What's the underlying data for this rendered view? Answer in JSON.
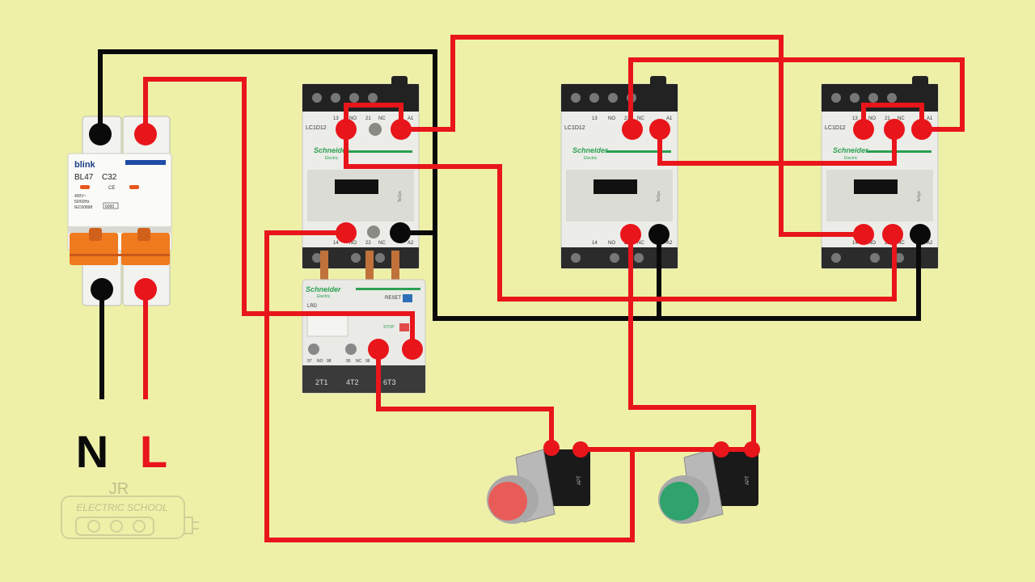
{
  "colors": {
    "background": "#eef0a8",
    "wire_red": "#e8151b",
    "wire_black": "#0a0a0a",
    "schneider_green": "#2aa152",
    "breaker_orange": "#f07a1e",
    "stop_button": "#e85c57",
    "start_button": "#2fa36b"
  },
  "breaker": {
    "brand": "blink",
    "model": "BL47",
    "rating": "C32",
    "spec_lines": [
      "400V~",
      "50/60Hz",
      "IEC60898"
    ],
    "capacity": "6000",
    "cert": "CE"
  },
  "contactors": [
    {
      "brand": "Schneider",
      "sub": "Electric",
      "model": "LC1D12",
      "top_terminals": [
        "13",
        "NO",
        "21",
        "NC",
        "A1"
      ],
      "bottom_terminals": [
        "14",
        "NO",
        "22",
        "NC",
        "A2"
      ],
      "side": "TeSys"
    },
    {
      "brand": "Schneider",
      "sub": "Electric",
      "model": "LC1D12",
      "top_terminals": [
        "13",
        "NO",
        "21",
        "NC",
        "A1"
      ],
      "bottom_terminals": [
        "14",
        "NO",
        "22",
        "NC",
        "A2"
      ],
      "side": "TeSys"
    },
    {
      "brand": "Schneider",
      "sub": "Electric",
      "model": "LC1D12",
      "top_terminals": [
        "13",
        "NO",
        "21",
        "NC",
        "A1"
      ],
      "bottom_terminals": [
        "14",
        "NO",
        "22",
        "NC",
        "A2"
      ],
      "side": "TeSys"
    }
  ],
  "overload_relay": {
    "brand": "Schneider",
    "sub": "Electric",
    "model": "LRD",
    "reset_label": "RESET",
    "stop_label": "STOP",
    "aux_labels": [
      "97",
      "NO",
      "98",
      "95",
      "NC",
      "96"
    ],
    "outputs": [
      "2T1",
      "4T2",
      "6T3"
    ]
  },
  "supply_labels": {
    "neutral": "N",
    "line": "L"
  },
  "push_buttons": [
    {
      "role": "stop",
      "brand": "APT"
    },
    {
      "role": "start",
      "brand": "APT"
    }
  ],
  "watermark": {
    "monogram": "JR",
    "text": "ELECTRIC SCHOOL"
  }
}
